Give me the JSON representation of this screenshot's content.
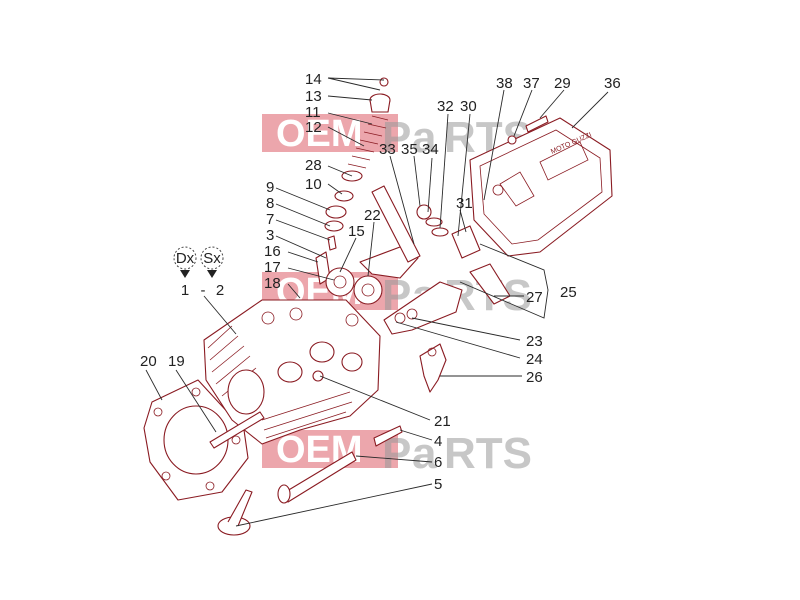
{
  "watermark": {
    "oem": "OEM",
    "cut": "cutout",
    "tail": "P",
    "a": "a",
    "rts": "RTS"
  },
  "cover_logo": "MOTO GUZZI",
  "side_labels": {
    "dx": "Dx",
    "sx": "Sx",
    "one": "1",
    "dash": "-",
    "two": "2"
  },
  "callouts": {
    "c14": "14",
    "c13": "13",
    "c11": "11",
    "c12": "12",
    "c28": "28",
    "c10": "10",
    "c9": "9",
    "c8": "8",
    "c7": "7",
    "c3": "3",
    "c16": "16",
    "c17": "17",
    "c18": "18",
    "c15": "15",
    "c22": "22",
    "c33": "33",
    "c35": "35",
    "c34": "34",
    "c32": "32",
    "c30": "30",
    "c38": "38",
    "c37": "37",
    "c29": "29",
    "c36": "36",
    "c31": "31",
    "c27": "27",
    "c25": "25",
    "c23": "23",
    "c24": "24",
    "c26": "26",
    "c20": "20",
    "c19": "19",
    "c21": "21",
    "c4": "4",
    "c6": "6",
    "c5": "5"
  }
}
